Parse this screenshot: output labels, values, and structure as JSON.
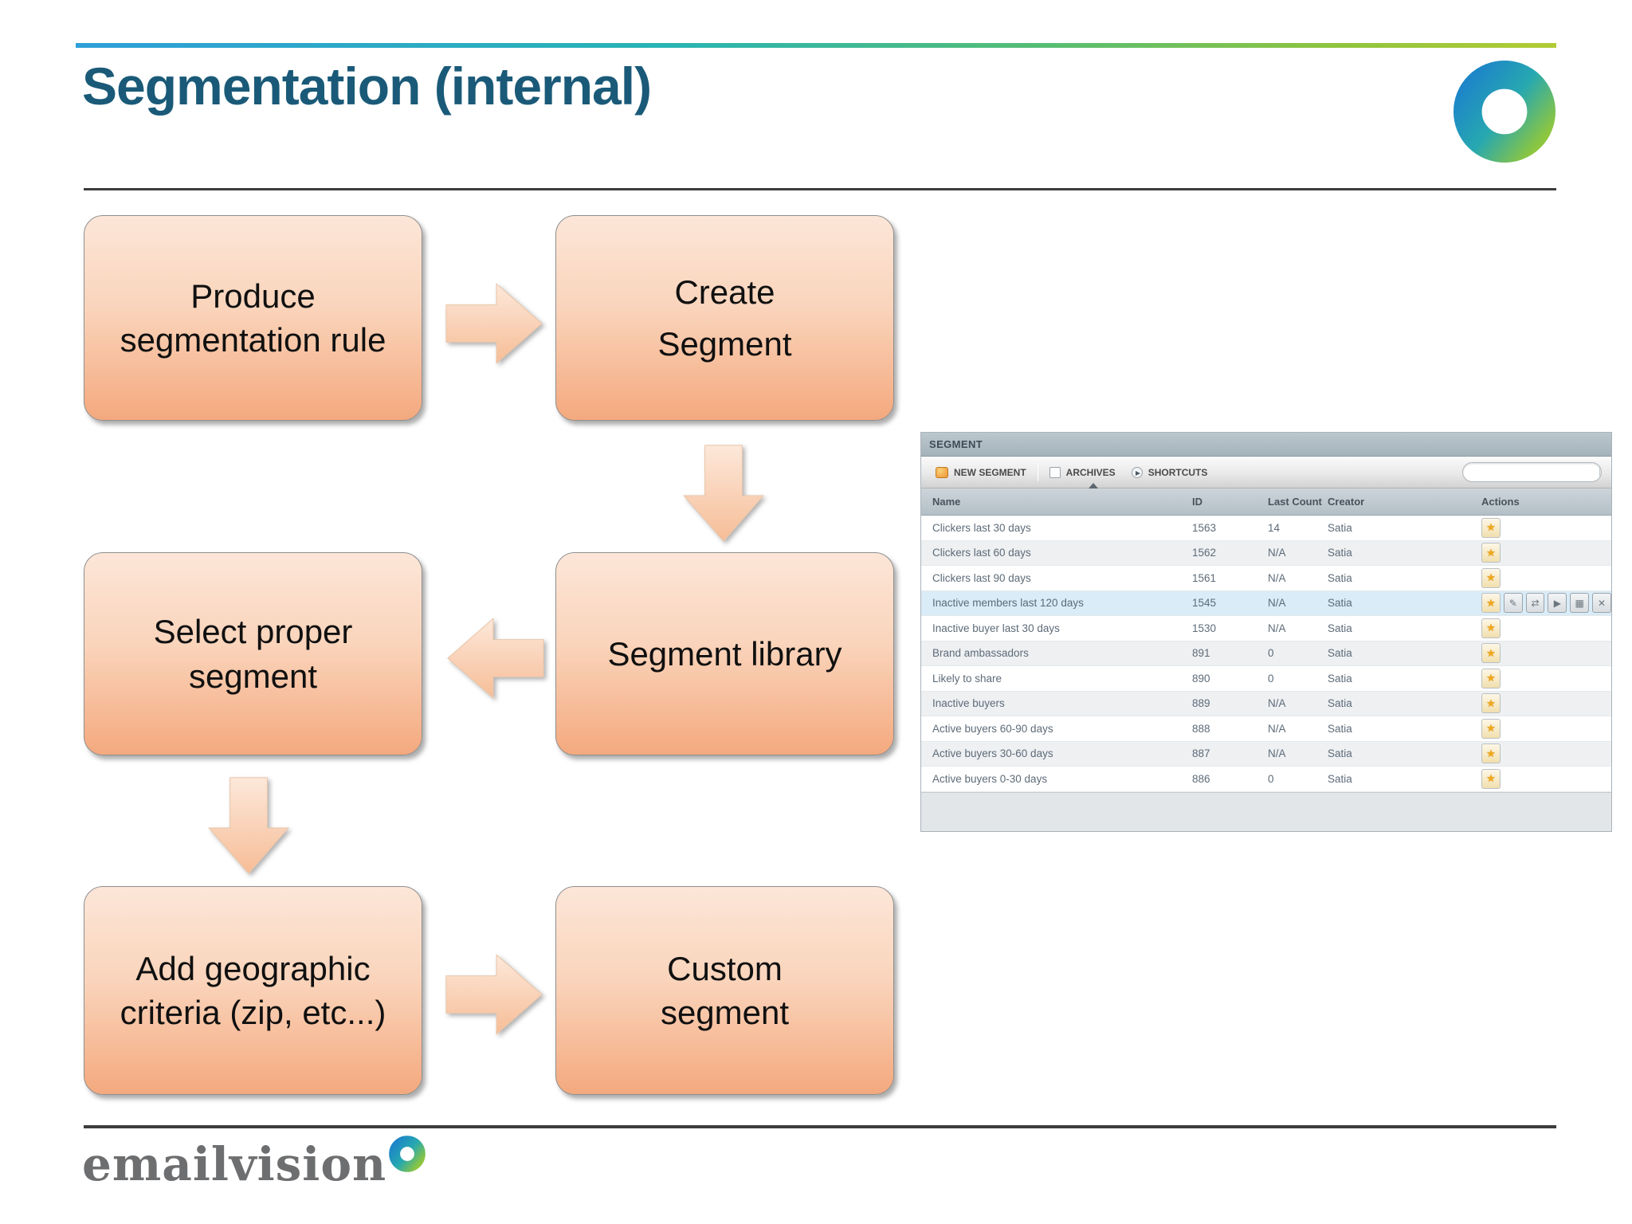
{
  "slide": {
    "title": "Segmentation (internal)",
    "footer_brand": "emailvision"
  },
  "flowchart": {
    "boxes": [
      {
        "label": "Produce segmentation rule"
      },
      {
        "label": "Create\nSegment"
      },
      {
        "label": "Select proper segment"
      },
      {
        "label": "Segment library"
      },
      {
        "label": "Add geographic criteria (zip, etc...)"
      },
      {
        "label": "Custom\nsegment"
      }
    ]
  },
  "screenshot": {
    "window_title": "SEGMENT",
    "toolbar": {
      "buttons": [
        {
          "label": "NEW SEGMENT",
          "icon": "new-segment-icon"
        },
        {
          "label": "ARCHIVES",
          "icon": "archives-icon"
        },
        {
          "label": "SHORTCUTS",
          "icon": "shortcuts-icon"
        }
      ],
      "search": {
        "value": "",
        "placeholder": ""
      }
    },
    "table": {
      "columns": [
        "Name",
        "ID",
        "Last Count",
        "Creator",
        "Actions"
      ],
      "rows": [
        {
          "name": "Clickers last 30 days",
          "id": "1563",
          "last_count": "14",
          "creator": "Satia",
          "actions": [
            "star"
          ],
          "highlight": false
        },
        {
          "name": "Clickers last 60 days",
          "id": "1562",
          "last_count": "N/A",
          "creator": "Satia",
          "actions": [
            "star"
          ],
          "highlight": false
        },
        {
          "name": "Clickers last 90 days",
          "id": "1561",
          "last_count": "N/A",
          "creator": "Satia",
          "actions": [
            "star"
          ],
          "highlight": false
        },
        {
          "name": "Inactive members last 120 days",
          "id": "1545",
          "last_count": "N/A",
          "creator": "Satia",
          "actions": [
            "star",
            "edit",
            "export",
            "run",
            "save",
            "delete"
          ],
          "highlight": true
        },
        {
          "name": "Inactive buyer last 30 days",
          "id": "1530",
          "last_count": "N/A",
          "creator": "Satia",
          "actions": [
            "star"
          ],
          "highlight": false
        },
        {
          "name": "Brand ambassadors",
          "id": "891",
          "last_count": "0",
          "creator": "Satia",
          "actions": [
            "star"
          ],
          "highlight": false
        },
        {
          "name": "Likely to share",
          "id": "890",
          "last_count": "0",
          "creator": "Satia",
          "actions": [
            "star"
          ],
          "highlight": false
        },
        {
          "name": "Inactive buyers",
          "id": "889",
          "last_count": "N/A",
          "creator": "Satia",
          "actions": [
            "star"
          ],
          "highlight": false
        },
        {
          "name": "Active buyers 60-90 days",
          "id": "888",
          "last_count": "N/A",
          "creator": "Satia",
          "actions": [
            "star"
          ],
          "highlight": false
        },
        {
          "name": "Active buyers 30-60 days",
          "id": "887",
          "last_count": "N/A",
          "creator": "Satia",
          "actions": [
            "star"
          ],
          "highlight": false
        },
        {
          "name": "Active buyers 0-30 days",
          "id": "886",
          "last_count": "0",
          "creator": "Satia",
          "actions": [
            "star"
          ],
          "highlight": false
        }
      ]
    }
  },
  "icons": {
    "star": "★",
    "edit": "✎",
    "export": "⇄",
    "run": "▶",
    "save": "▦",
    "delete": "✕"
  },
  "colors": {
    "accent_teal": "#1a5a78",
    "box_gradient_top": "#fce6d8",
    "box_gradient_bottom": "#f4a97e",
    "highlight_row": "#d9ecf7",
    "brand_gray": "#6d6e70",
    "top_line_blue": "#2f9fd8",
    "top_line_green": "#b2cb35"
  }
}
